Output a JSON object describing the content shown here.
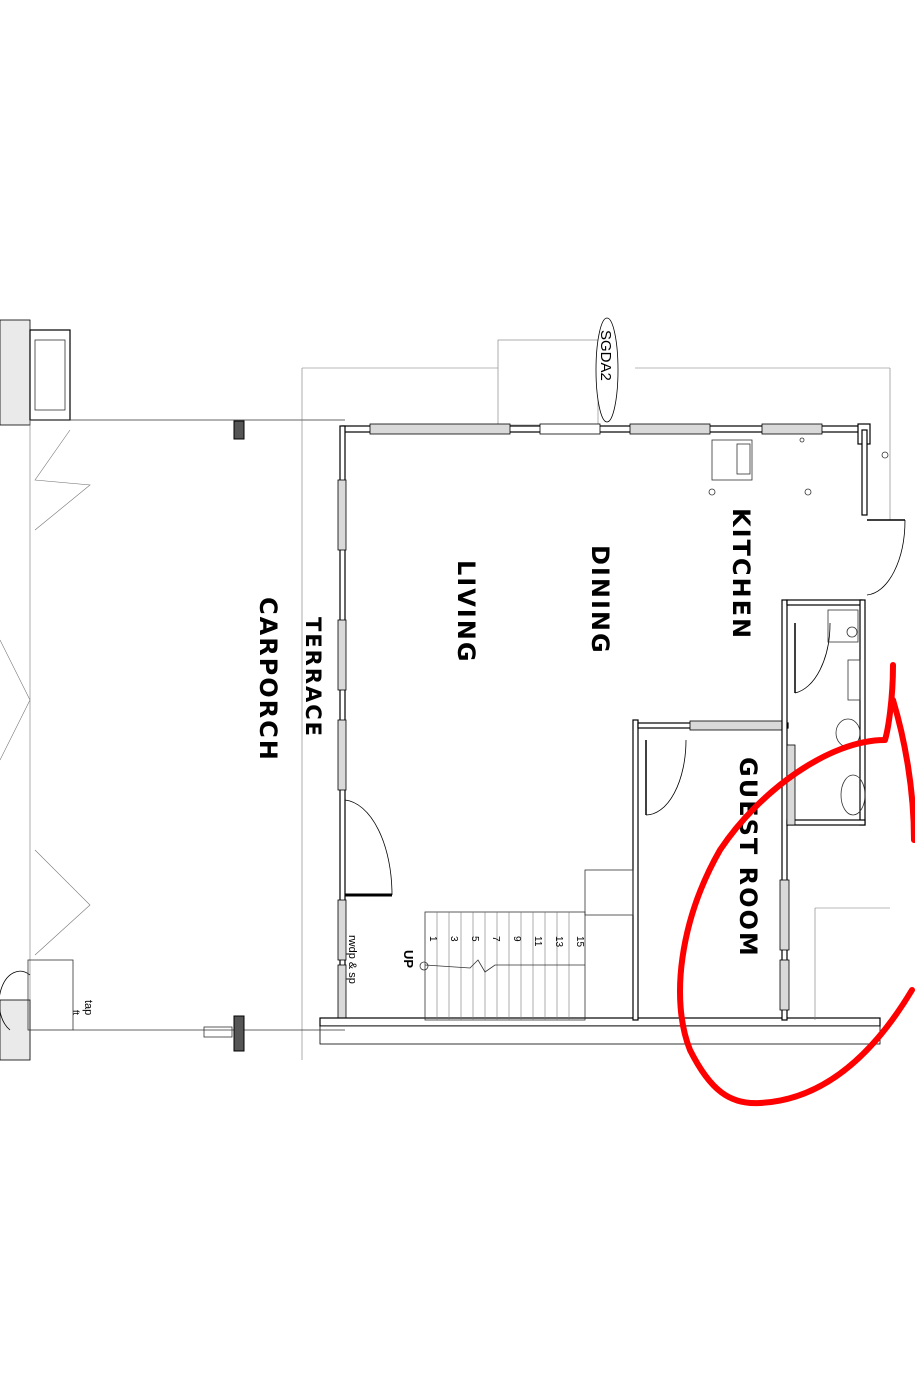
{
  "rooms": {
    "kitchen": "KITCHEN",
    "dining": "DINING",
    "living": "LIVING",
    "terrace": "TERRACE",
    "carporch": "CARPORCH",
    "guest_room": "GUEST ROOM"
  },
  "annotations": {
    "door_tag": "SGDA2",
    "stair_direction": "UP",
    "rwdp": "rwdp & sp",
    "tap": "tap",
    "ft": "ft"
  },
  "stair_steps": [
    "1",
    "3",
    "5",
    "7",
    "9",
    "11",
    "13",
    "15"
  ],
  "highlight": {
    "color": "#ff0000",
    "target": "guest-room"
  }
}
